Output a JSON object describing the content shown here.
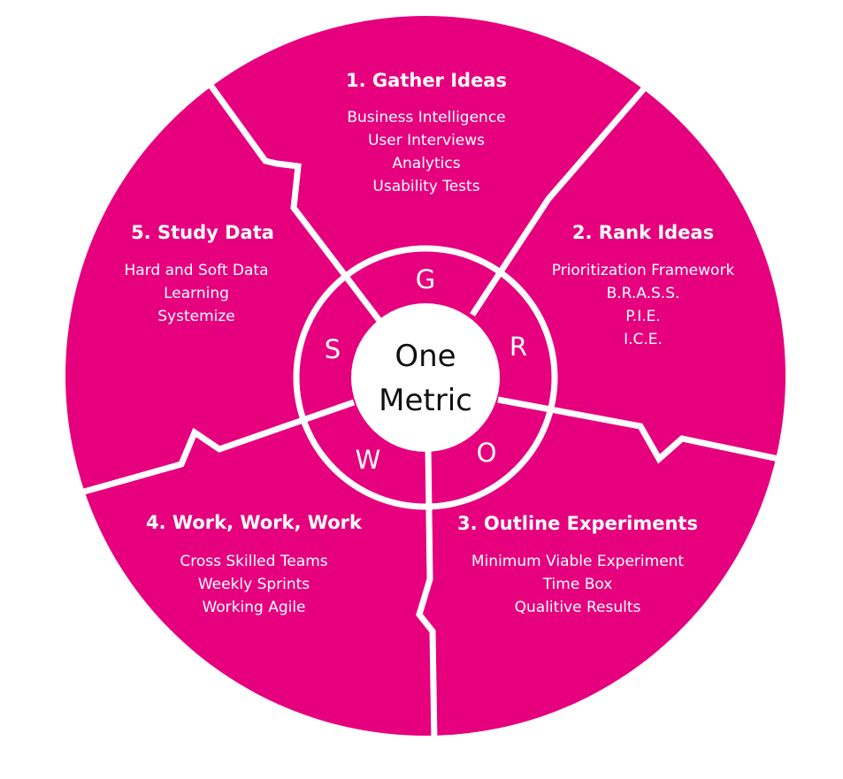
{
  "colors": {
    "segment_fill": "#e6007e",
    "divider": "#ffffff",
    "center_fill": "#ffffff",
    "center_text": "#111111",
    "segment_text": "#ffffff"
  },
  "center": {
    "line1": "One",
    "line2": "Metric"
  },
  "ring_letters": {
    "g": "G",
    "r": "R",
    "o": "O",
    "w": "W",
    "s": "S"
  },
  "segments": {
    "gather": {
      "title": "1. Gather Ideas",
      "items": [
        "Business Intelligence",
        "User Interviews",
        "Analytics",
        "Usability Tests"
      ]
    },
    "rank": {
      "title": "2. Rank Ideas",
      "items": [
        "Prioritization Framework",
        "B.R.A.S.S.",
        "P.I.E.",
        "I.C.E."
      ]
    },
    "outline": {
      "title": "3. Outline Experiments",
      "items": [
        "Minimum Viable Experiment",
        "Time Box",
        "Qualitive Results"
      ]
    },
    "work": {
      "title": "4. Work, Work, Work",
      "items": [
        "Cross Skilled Teams",
        "Weekly Sprints",
        "Working Agile"
      ]
    },
    "study": {
      "title": "5. Study Data",
      "items": [
        "Hard and Soft Data",
        "Learning",
        "Systemize"
      ]
    }
  }
}
